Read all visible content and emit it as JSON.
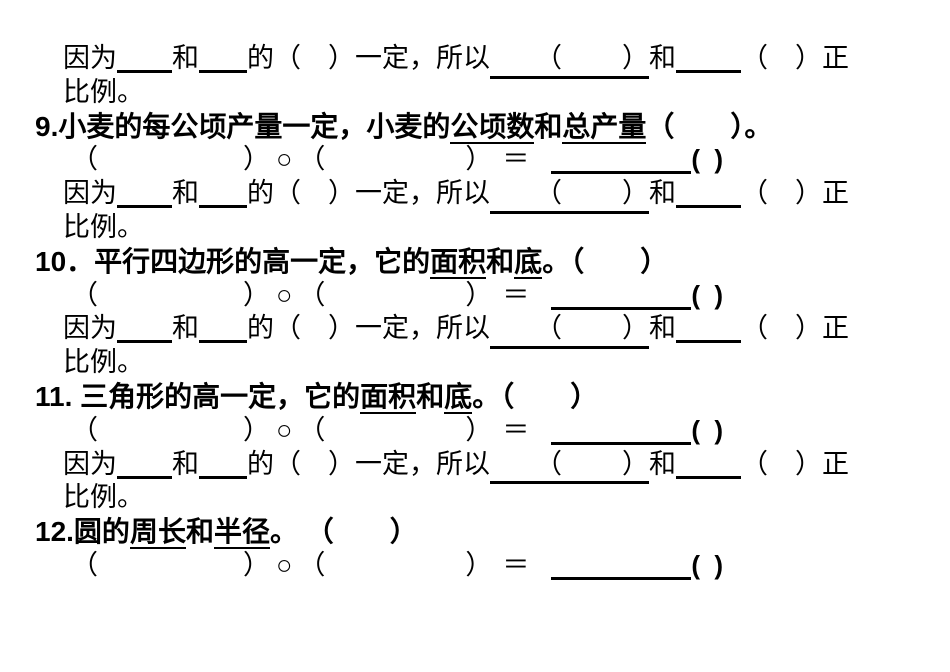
{
  "page": {
    "background": "#ffffff",
    "text_color": "#000000"
  },
  "worksheet": {
    "lines": [
      {
        "kind": "because",
        "name": "fill-reason-line-q8",
        "segs": [
          {
            "t": "因为"
          },
          {
            "bl": 55
          },
          {
            "t": "和"
          },
          {
            "bl": 48
          },
          {
            "t": "的（　）一定，所以"
          },
          {
            "ug": [
              {
                "g": 45
              },
              {
                "t": "（"
              },
              {
                "g": 60
              },
              {
                "t": "）"
              }
            ]
          },
          {
            "t": "和"
          },
          {
            "bl": 65
          },
          {
            "t": "（　）正"
          }
        ]
      },
      {
        "kind": "bili",
        "name": "ratio-conclusion-q8",
        "segs": [
          {
            "t": "比例。"
          }
        ]
      },
      {
        "kind": "q",
        "name": "question-9",
        "segs": [
          {
            "t": "9.小麦的每公顷产量一定，小麦的"
          },
          {
            "t": "公顷数",
            "u": true
          },
          {
            "t": "和"
          },
          {
            "t": "总产量",
            "u": true
          },
          {
            "t": "（　　）。"
          }
        ]
      },
      {
        "kind": "eq",
        "name": "equation-line-q9",
        "segs": [
          {
            "t": "（"
          },
          {
            "g": 145
          },
          {
            "t": "）"
          },
          {
            "g": 6
          },
          {
            "t": "○"
          },
          {
            "g": 6
          },
          {
            "t": "（"
          },
          {
            "g": 140
          },
          {
            "t": "）"
          },
          {
            "g": 10
          },
          {
            "t": "＝"
          },
          {
            "g": 22
          },
          {
            "bl": 140
          },
          {
            "t": "(  )",
            "b": true
          }
        ]
      },
      {
        "kind": "because",
        "name": "fill-reason-line-q9",
        "segs": [
          {
            "t": "因为"
          },
          {
            "bl": 55
          },
          {
            "t": "和"
          },
          {
            "bl": 48
          },
          {
            "t": "的（　）一定，所以"
          },
          {
            "ug": [
              {
                "g": 45
              },
              {
                "t": "（"
              },
              {
                "g": 60
              },
              {
                "t": "）"
              }
            ]
          },
          {
            "t": "和"
          },
          {
            "bl": 65
          },
          {
            "t": "（　）正"
          }
        ]
      },
      {
        "kind": "bili",
        "name": "ratio-conclusion-q9",
        "segs": [
          {
            "t": "比例。"
          }
        ]
      },
      {
        "kind": "q",
        "name": "question-10",
        "segs": [
          {
            "t": "10．平行四边形的高一定，它的"
          },
          {
            "t": "面积",
            "u": true
          },
          {
            "t": "和"
          },
          {
            "t": "底",
            "u": true
          },
          {
            "t": "。（　　）"
          }
        ]
      },
      {
        "kind": "eq",
        "name": "equation-line-q10",
        "segs": [
          {
            "t": "（"
          },
          {
            "g": 145
          },
          {
            "t": "）"
          },
          {
            "g": 6
          },
          {
            "t": "○"
          },
          {
            "g": 6
          },
          {
            "t": "（"
          },
          {
            "g": 140
          },
          {
            "t": "）"
          },
          {
            "g": 10
          },
          {
            "t": "＝"
          },
          {
            "g": 22
          },
          {
            "bl": 140
          },
          {
            "t": "(  )",
            "b": true
          }
        ]
      },
      {
        "kind": "because",
        "name": "fill-reason-line-q10",
        "segs": [
          {
            "t": "因为"
          },
          {
            "bl": 55
          },
          {
            "t": "和"
          },
          {
            "bl": 48
          },
          {
            "t": "的（　）一定，所以"
          },
          {
            "ug": [
              {
                "g": 45
              },
              {
                "t": "（"
              },
              {
                "g": 60
              },
              {
                "t": "）"
              }
            ]
          },
          {
            "t": "和"
          },
          {
            "bl": 65
          },
          {
            "t": "（　）正"
          }
        ]
      },
      {
        "kind": "bili",
        "name": "ratio-conclusion-q10",
        "segs": [
          {
            "t": "比例。"
          }
        ]
      },
      {
        "kind": "q",
        "name": "question-11",
        "segs": [
          {
            "t": "11. 三角形的高一定，它的"
          },
          {
            "t": "面积",
            "u": true
          },
          {
            "t": "和"
          },
          {
            "t": "底",
            "u": true
          },
          {
            "t": "。（　　）"
          }
        ]
      },
      {
        "kind": "eq",
        "name": "equation-line-q11",
        "segs": [
          {
            "t": "（"
          },
          {
            "g": 145
          },
          {
            "t": "）"
          },
          {
            "g": 6
          },
          {
            "t": "○"
          },
          {
            "g": 6
          },
          {
            "t": "（"
          },
          {
            "g": 140
          },
          {
            "t": "）"
          },
          {
            "g": 10
          },
          {
            "t": "＝"
          },
          {
            "g": 22
          },
          {
            "bl": 140
          },
          {
            "t": "(  )",
            "b": true
          }
        ]
      },
      {
        "kind": "because",
        "name": "fill-reason-line-q11",
        "segs": [
          {
            "t": "因为"
          },
          {
            "bl": 55
          },
          {
            "t": "和"
          },
          {
            "bl": 48
          },
          {
            "t": "的（　）一定，所以"
          },
          {
            "ug": [
              {
                "g": 45
              },
              {
                "t": "（"
              },
              {
                "g": 60
              },
              {
                "t": "）"
              }
            ]
          },
          {
            "t": "和"
          },
          {
            "bl": 65
          },
          {
            "t": "（　）正"
          }
        ]
      },
      {
        "kind": "bili",
        "name": "ratio-conclusion-q11",
        "segs": [
          {
            "t": "比例。"
          }
        ]
      },
      {
        "kind": "q",
        "name": "question-12",
        "segs": [
          {
            "t": "12.圆的"
          },
          {
            "t": "周长",
            "u": true
          },
          {
            "t": "和"
          },
          {
            "t": "半径",
            "u": true
          },
          {
            "t": "。 （　　）"
          }
        ]
      },
      {
        "kind": "eq",
        "name": "equation-line-q12",
        "segs": [
          {
            "t": "（"
          },
          {
            "g": 145
          },
          {
            "t": "）"
          },
          {
            "g": 6
          },
          {
            "t": "○"
          },
          {
            "g": 6
          },
          {
            "t": "（"
          },
          {
            "g": 140
          },
          {
            "t": "）"
          },
          {
            "g": 10
          },
          {
            "t": "＝"
          },
          {
            "g": 22
          },
          {
            "bl": 140
          },
          {
            "t": "(  )",
            "b": true
          }
        ]
      }
    ]
  }
}
